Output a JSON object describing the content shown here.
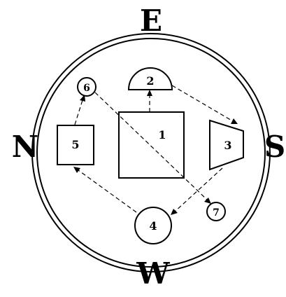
{
  "compass": {
    "top": "E",
    "left": "N",
    "right": "S",
    "bottom": "W"
  },
  "nodes": {
    "n1": "1",
    "n2": "2",
    "n3": "3",
    "n4": "4",
    "n5": "5",
    "n6": "6",
    "n7": "7"
  },
  "colors": {
    "ink": "#000000",
    "background": "#ffffff"
  }
}
